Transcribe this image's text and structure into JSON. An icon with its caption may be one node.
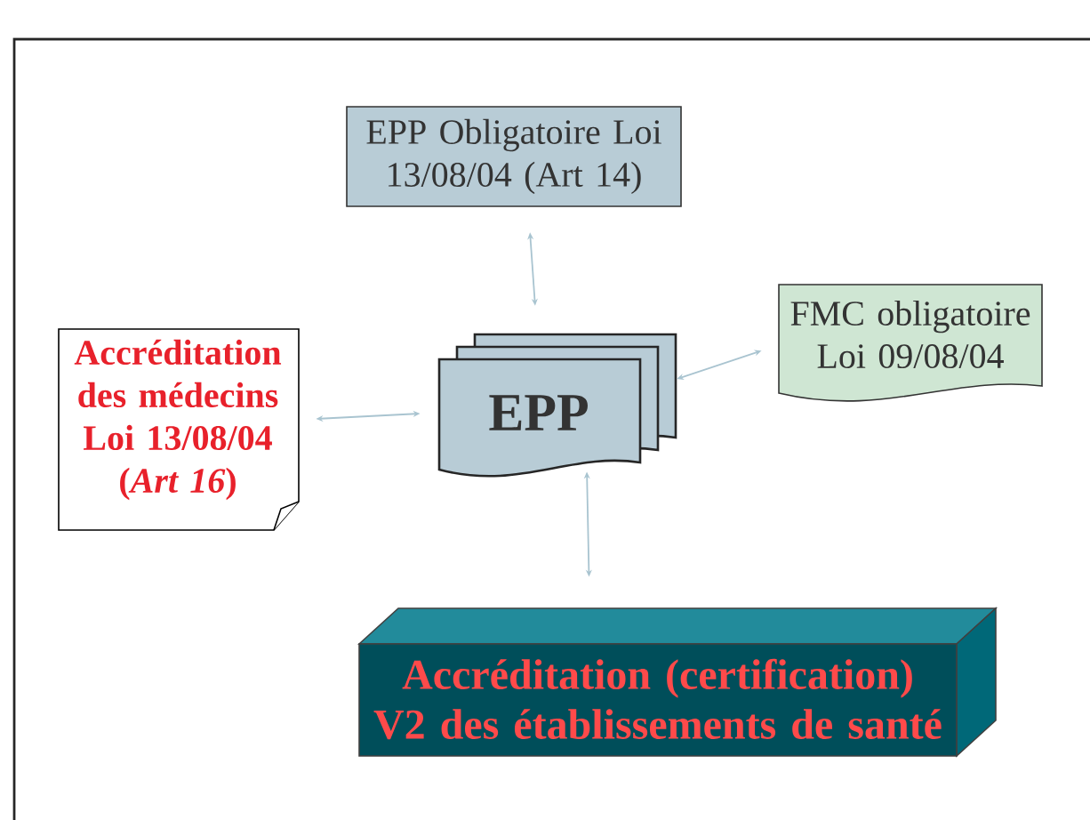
{
  "diagram": {
    "nodes": [
      {
        "text": [
          "EPP Obligatoire Loi 13/08/04 (Art 14)"
        ]
      },
      {
        "text": [
          "Accréditation des médecins Loi 13/08/04 (*Art 16*)"
        ]
      },
      {
        "text": [
          "EPP"
        ]
      },
      {
        "text": [
          "FMC obligatoire Loi 09/08/04"
        ]
      },
      {
        "text": [
          "Accréditation (certification) V2 des établissements de santé"
        ]
      }
    ],
    "edges": [
      {
        "from": 0,
        "to": 2,
        "arrow": "both"
      },
      {
        "from": 1,
        "to": 2,
        "arrow": "both"
      },
      {
        "from": 2,
        "to": 3,
        "arrow": "both"
      },
      {
        "from": 2,
        "to": 4,
        "arrow": "both"
      }
    ]
  }
}
